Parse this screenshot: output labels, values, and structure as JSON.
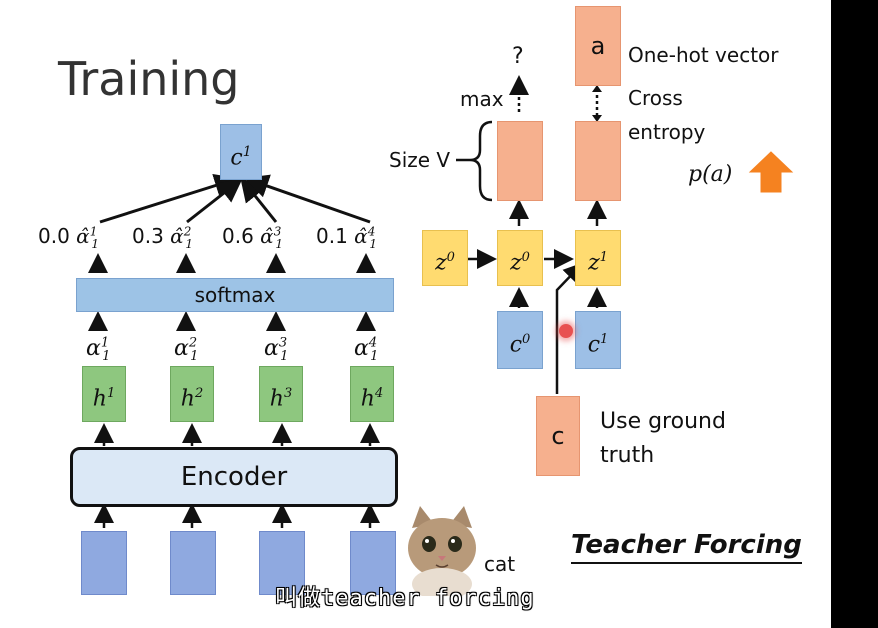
{
  "title": "Training",
  "context_vector": "c",
  "context_sup": "1",
  "weights": [
    {
      "value": "0.0",
      "sup": "1"
    },
    {
      "value": "0.3",
      "sup": "2"
    },
    {
      "value": "0.6",
      "sup": "3"
    },
    {
      "value": "0.1",
      "sup": "4"
    }
  ],
  "softmax_label": "softmax",
  "alpha_hat_base": "α̂",
  "alpha_base": "α",
  "alpha_sub": "1",
  "hidden_base": "h",
  "hidden_sups": [
    "1",
    "2",
    "3",
    "4"
  ],
  "encoder_label": "Encoder",
  "cat_label": "cat",
  "decoder": {
    "question": "?",
    "max_label": "max",
    "size_label": "Size V",
    "output_char": "a",
    "one_hot_label": "One-hot vector",
    "cross_entropy_1": "Cross",
    "cross_entropy_2": "entropy",
    "prob_label": "p(a)",
    "z_base": "z",
    "z_sups": [
      "0",
      "0",
      "1"
    ],
    "c_base": "c",
    "c_sups": [
      "0",
      "1"
    ],
    "ground_char": "c",
    "ground_label_1": "Use ground",
    "ground_label_2": "truth"
  },
  "teacher_forcing": "Teacher Forcing",
  "subtitle": "叫做teacher forcing",
  "colors": {
    "blue": "#9dbfe6",
    "green": "#8ec77f",
    "orange": "#f6b08e",
    "yellow": "#ffdb70",
    "arrow_orange": "#f58220"
  }
}
